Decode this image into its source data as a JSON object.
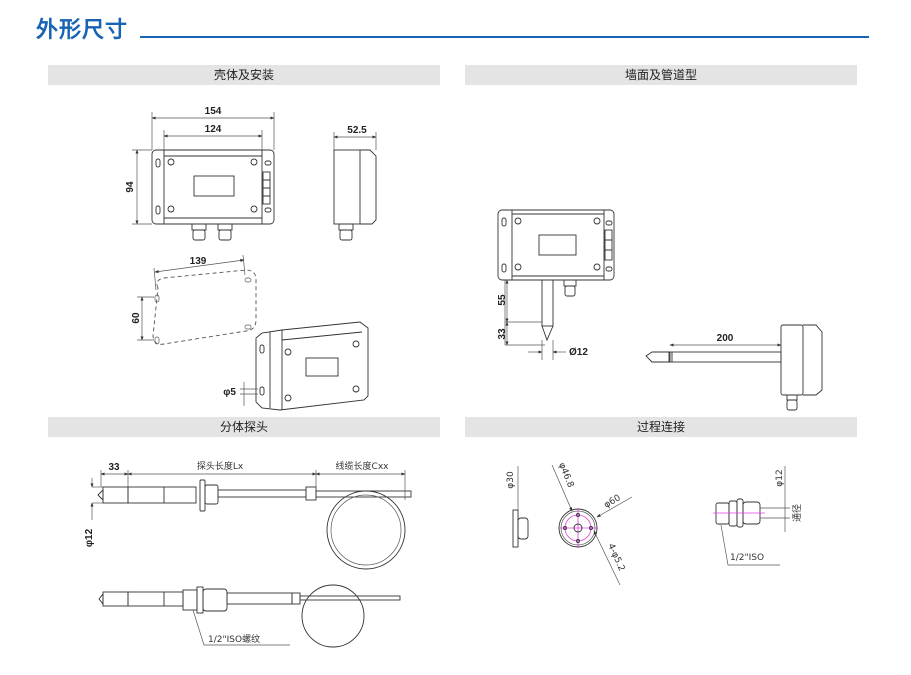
{
  "page": {
    "title": "外形尺寸"
  },
  "sections": [
    {
      "id": "housing",
      "label": "壳体及安装"
    },
    {
      "id": "wall-duct",
      "label": "墙面及管道型"
    },
    {
      "id": "split-probe",
      "label": "分体探头"
    },
    {
      "id": "process",
      "label": "过程连接"
    }
  ],
  "dimensions": {
    "housing": {
      "width_outer": "154",
      "width_inner": "124",
      "height": "94",
      "depth": "52.5",
      "mount_width": "139",
      "mount_height": "60",
      "hole_dia": "φ5"
    },
    "wall": {
      "probe_length": "55",
      "tip_length": "33",
      "probe_dia": "Ø12",
      "duct_length": "200"
    },
    "split": {
      "tip_length": "33",
      "probe_length_label": "探头长度Lx",
      "cable_length_label": "线缆长度Cxx",
      "probe_dia": "φ12",
      "thread_label": "1/2\"ISO螺纹"
    },
    "process": {
      "flange_dia_small": "φ30",
      "pcd": "φ46.8",
      "flange_dia": "φ60",
      "holes": "4-φ5.2",
      "fitting_dia": "φ12",
      "bore_label": "通径",
      "thread_label": "1/2\"ISO"
    }
  }
}
